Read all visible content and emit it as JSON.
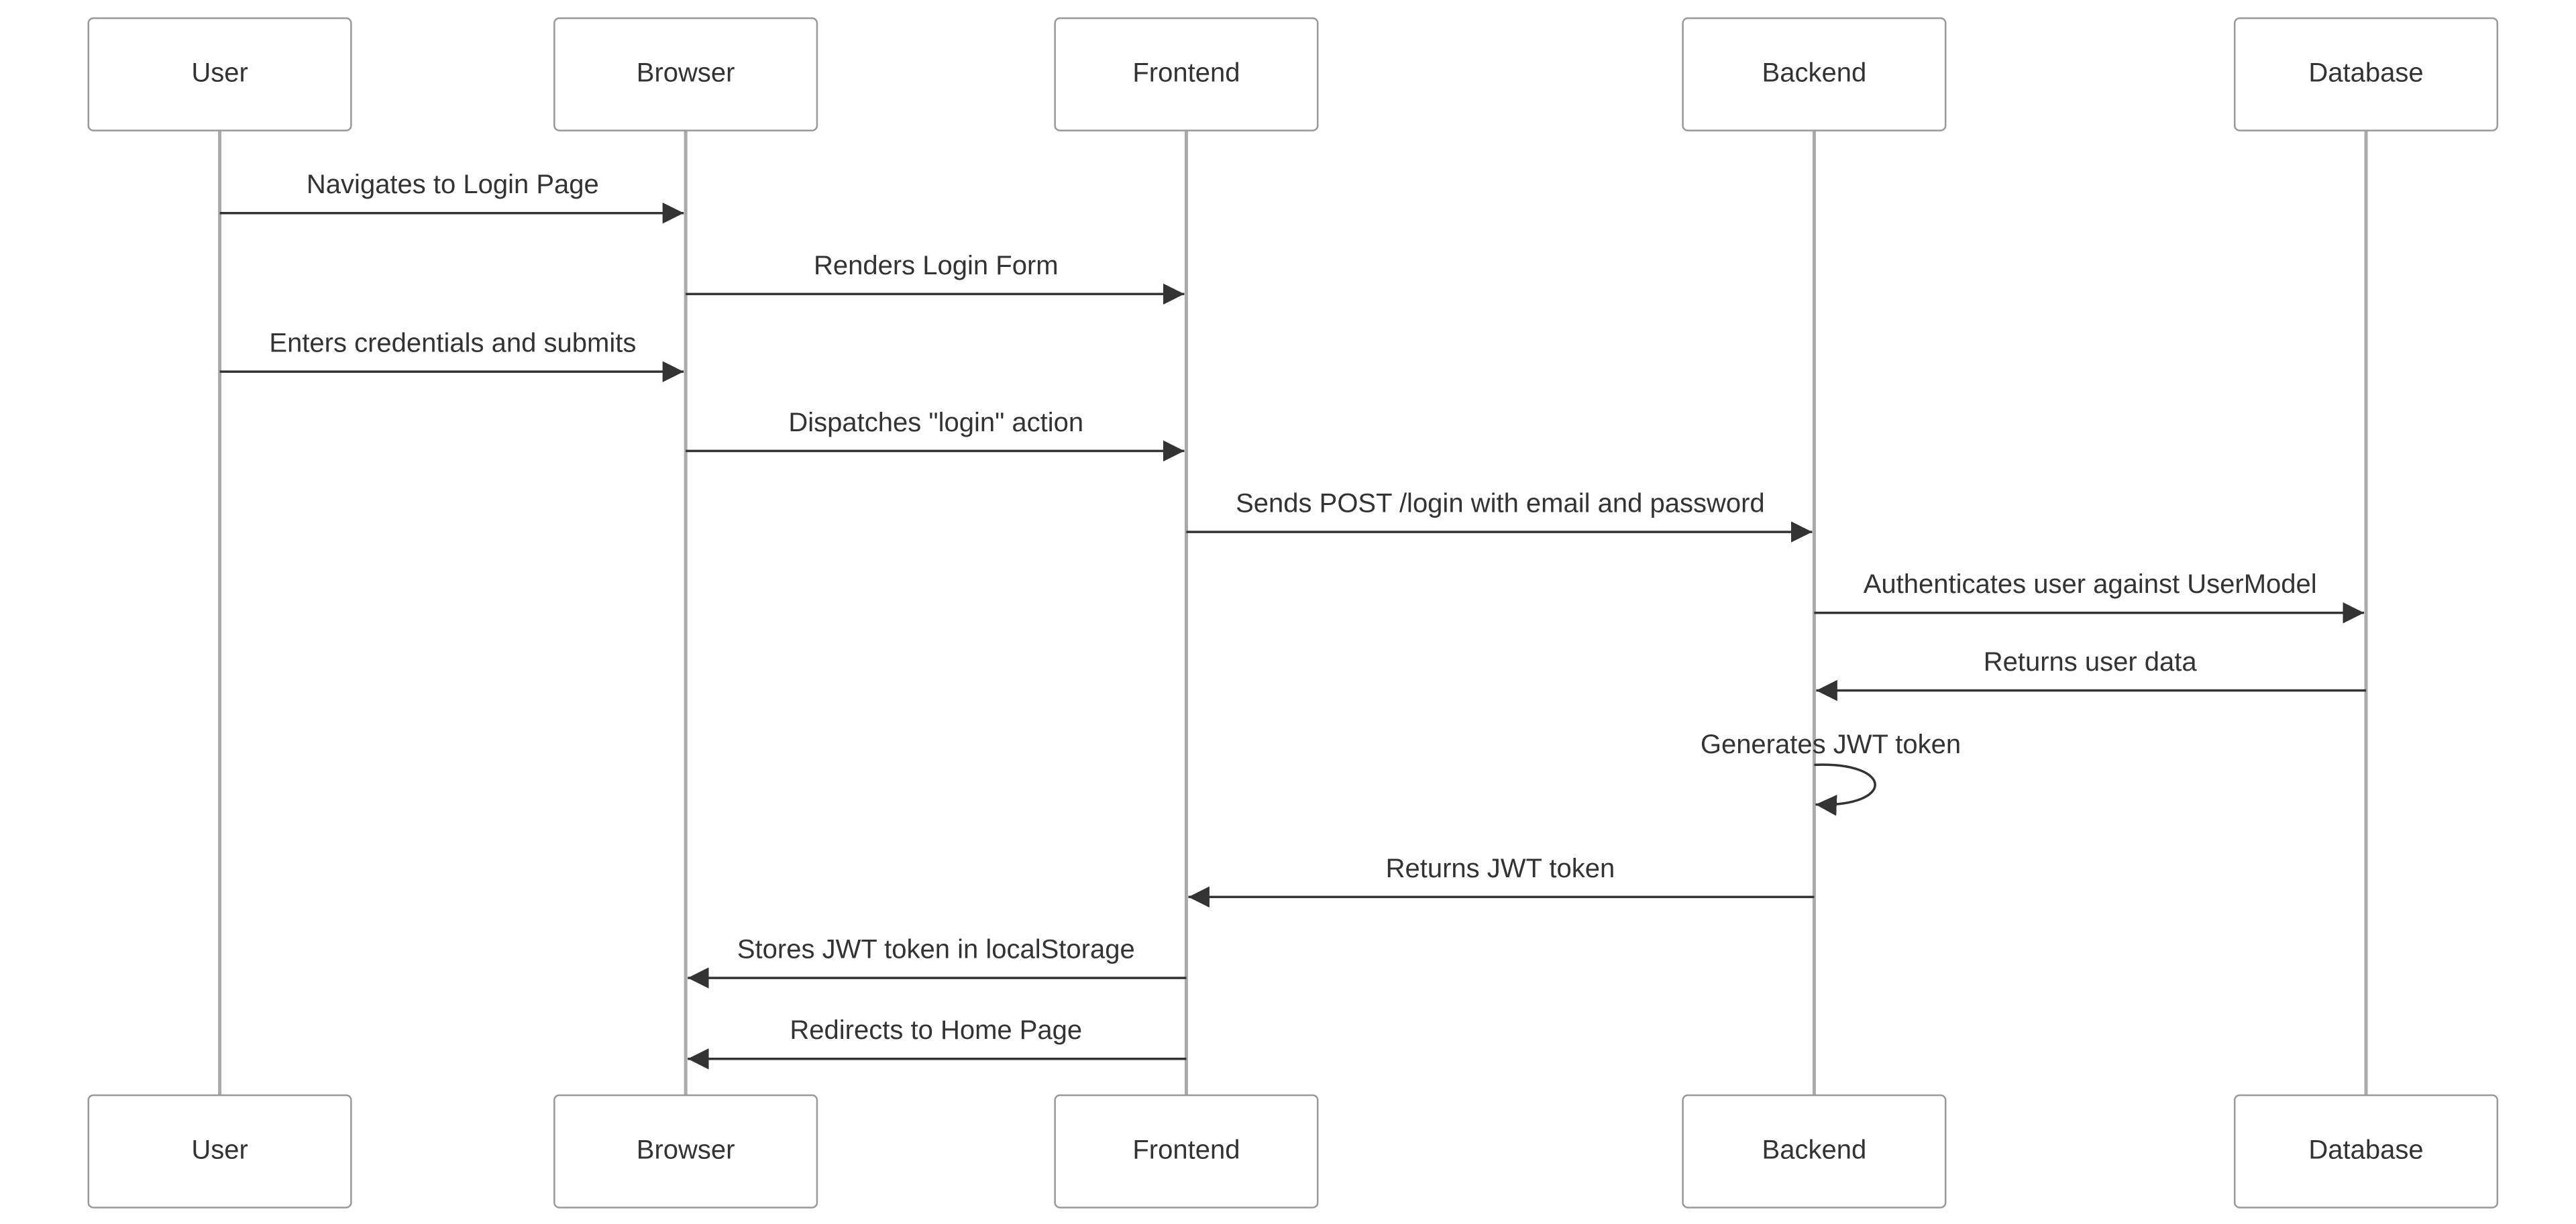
{
  "participants": [
    {
      "id": "user",
      "name": "User"
    },
    {
      "id": "browser",
      "name": "Browser"
    },
    {
      "id": "frontend",
      "name": "Frontend"
    },
    {
      "id": "backend",
      "name": "Backend"
    },
    {
      "id": "database",
      "name": "Database"
    }
  ],
  "messages": [
    {
      "from": "user",
      "to": "browser",
      "text": "Navigates to Login Page"
    },
    {
      "from": "browser",
      "to": "frontend",
      "text": "Renders Login Form"
    },
    {
      "from": "user",
      "to": "browser",
      "text": "Enters credentials and submits"
    },
    {
      "from": "browser",
      "to": "frontend",
      "text": "Dispatches \"login\" action"
    },
    {
      "from": "frontend",
      "to": "backend",
      "text": "Sends POST /login with email and password"
    },
    {
      "from": "backend",
      "to": "database",
      "text": "Authenticates user against UserModel"
    },
    {
      "from": "database",
      "to": "backend",
      "text": "Returns user data"
    },
    {
      "from": "backend",
      "to": "backend",
      "text": "Generates JWT token"
    },
    {
      "from": "backend",
      "to": "frontend",
      "text": "Returns JWT token"
    },
    {
      "from": "frontend",
      "to": "browser",
      "text": "Stores JWT token in localStorage"
    },
    {
      "from": "frontend",
      "to": "browser",
      "text": "Redirects to Home Page"
    }
  ]
}
